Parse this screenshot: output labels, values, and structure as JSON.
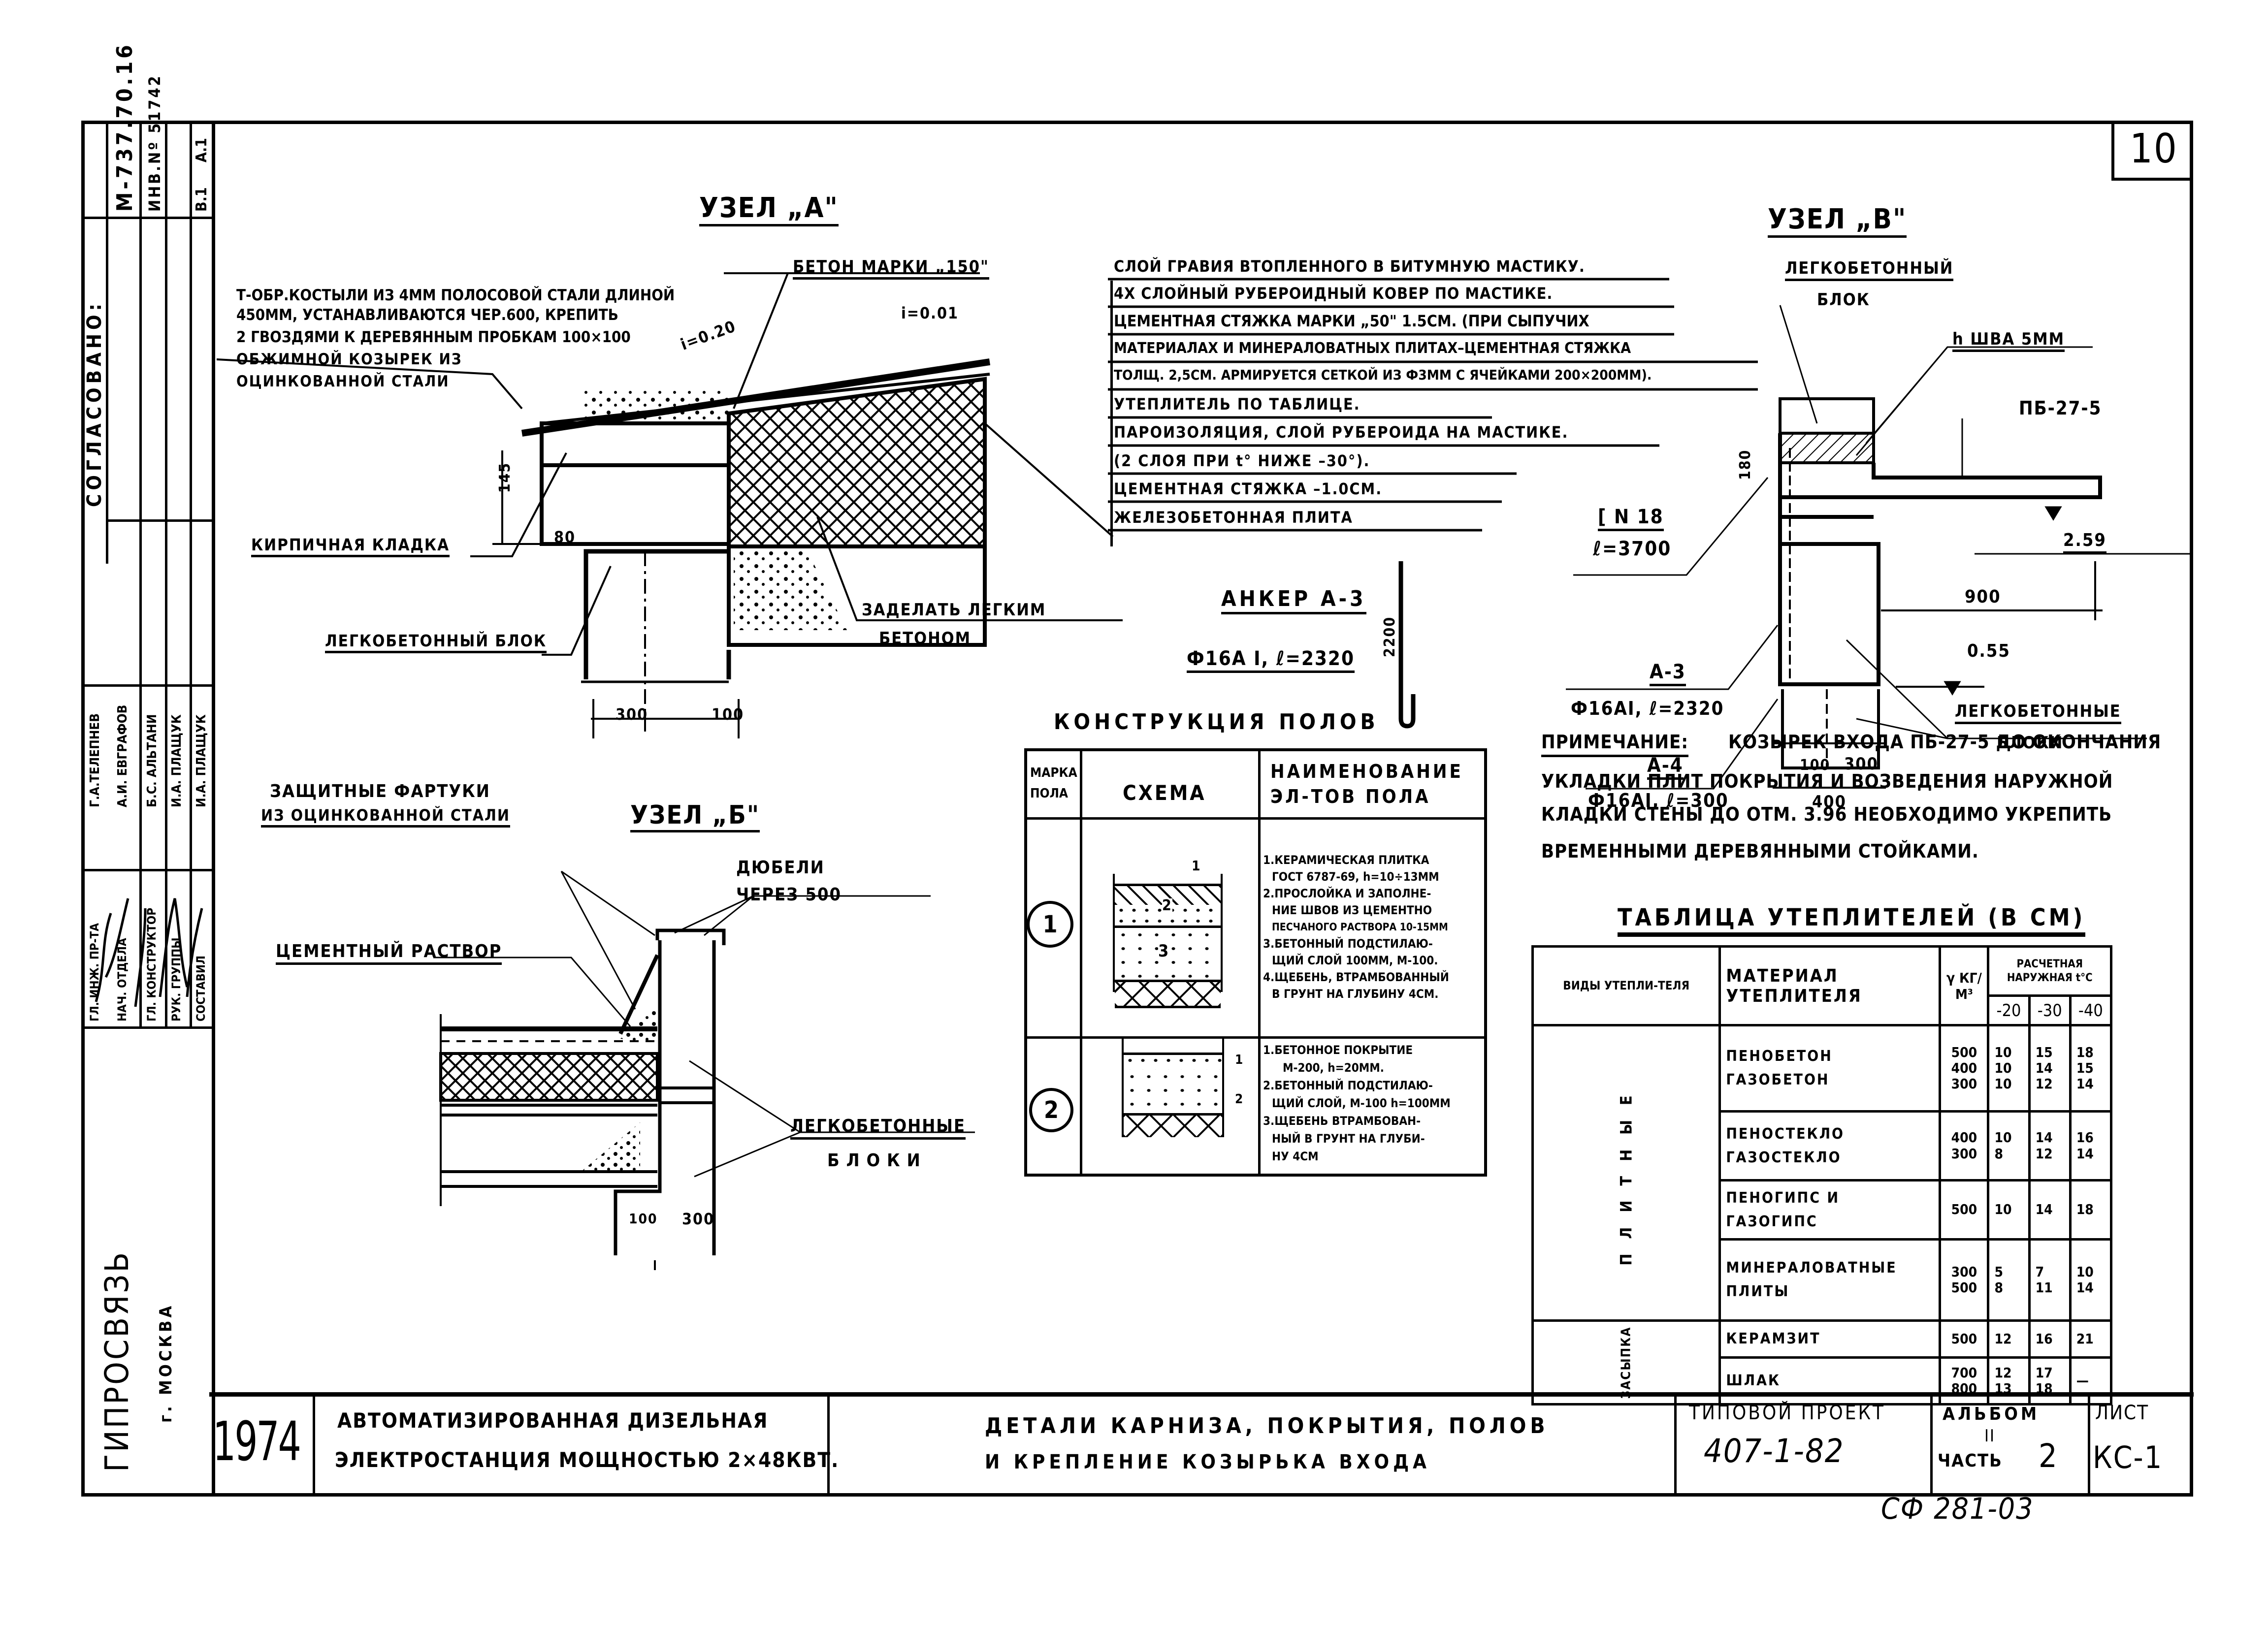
{
  "sheet_number": "10",
  "side_stamp": {
    "doc_code": "М-737.70.16",
    "inv_number": "ИНВ.Nº 51742",
    "col_a1": "А.1",
    "col_v1": "В.1",
    "agreed": "СОГЛАСОВАНО:",
    "names": [
      "Г.А.ТЕЛЕПНЕВ",
      "А.И. ЕВГРАФОВ",
      "Б.С. АЛЬТАНИ",
      "И.А. ПЛАЩУК",
      "И.А. ПЛАЩУК"
    ],
    "roles": [
      "ГЛ. ИНЖ. ПР-ТА",
      "НАЧ. ОТДЕЛА",
      "ГЛ. КОНСТРУКТОР",
      "РУК. ГРУППЫ",
      "СОСТАВИЛ"
    ],
    "org": "ГИПРОСВЯЗЬ",
    "city": "г. МОСКВА"
  },
  "node_a": {
    "title": "УЗЕЛ „А\"",
    "label_t_bracket": [
      "Т-ОБР.КОСТЫЛИ ИЗ 4ММ ПОЛОСОВОЙ СТАЛИ ДЛИНОЙ",
      "450ММ, УСТАНАВЛИВАЮТСЯ ЧЕР.600, КРЕПИТЬ",
      "2 ГВОЗДЯМИ К ДЕРЕВЯННЫМ ПРОБКАМ 100×100",
      "ОБЖИМНОЙ КОЗЫРЕК ИЗ",
      "ОЦИНКОВАННОЙ СТАЛИ"
    ],
    "label_concrete": "БЕТОН МАРКИ „150\"",
    "slope_1": "i=0.20",
    "slope_2": "i=0.01",
    "dim_145": "145",
    "label_brick": "КИРПИЧНАЯ КЛАДКА",
    "dim_80": "80",
    "label_block": "ЛЕГКОБЕТОННЫЙ БЛОК",
    "label_fill": [
      "ЗАДЕЛАТЬ ЛЕГКИМ",
      "БЕТОНОМ"
    ],
    "dim_300": "300",
    "dim_100": "100"
  },
  "roof_layers": [
    "СЛОЙ ГРАВИЯ ВТОПЛЕННОГО В БИТУМНУЮ МАСТИКУ.",
    "4Х СЛОЙНЫЙ РУБЕРОИДНЫЙ КОВЕР ПО МАСТИКЕ.",
    "ЦЕМЕНТНАЯ СТЯЖКА МАРКИ „50\" 1.5СМ. (ПРИ СЫПУЧИХ",
    "МАТЕРИАЛАХ И МИНЕРАЛОВАТНЫХ ПЛИТАХ–ЦЕМЕНТНАЯ СТЯЖКА",
    "ТОЛЩ. 2,5СМ. АРМИРУЕТСЯ СЕТКОЙ ИЗ Ф3ММ С ЯЧЕЙКАМИ 200×200ММ).",
    "УТЕПЛИТЕЛЬ ПО ТАБЛИЦЕ.",
    "ПАРОИЗОЛЯЦИЯ, СЛОЙ РУБЕРОИДА НА МАСТИКЕ.",
    "(2 СЛОЯ ПРИ t° НИЖЕ –30°).",
    "ЦЕМЕНТНАЯ СТЯЖКА –1.0СМ.",
    "ЖЕЛЕЗОБЕТОННАЯ ПЛИТА"
  ],
  "anchor": {
    "title": "АНКЕР А-3",
    "spec": "Ф16А I, ℓ=2320",
    "dim": "2200"
  },
  "node_v": {
    "title": "УЗЕЛ „В\"",
    "label_block": [
      "ЛЕГКОБЕТОННЫЙ",
      "БЛОК"
    ],
    "label_seam": "h ШВА 5ММ",
    "label_pb": "ПБ-27-5",
    "dim_180": "180",
    "channel": [
      "[ N 18",
      "ℓ=3700"
    ],
    "mark_259": "2.59",
    "dim_900": "900",
    "mark_055": "0.55",
    "a3": [
      "А-3",
      "Ф16АI, ℓ=2320"
    ],
    "a4": [
      "А-4",
      "Ф16АI, ℓ=300"
    ],
    "label_blocks": [
      "ЛЕГКОБЕТОННЫЕ",
      "БЛОКИ"
    ],
    "dim_100": "100",
    "dim_300": "300",
    "dim_400": "400"
  },
  "note": {
    "label": "ПРИМЕЧАНИЕ:",
    "lines": [
      "КОЗЫРЕК ВХОДА ПБ-27-5 ДО ОКОНЧАНИЯ",
      "УКЛАДКИ ПЛИТ ПОКРЫТИЯ И ВОЗВЕДЕНИЯ НАРУЖНОЙ",
      "КЛАДКИ СТЕНЫ ДО ОТМ. 3.96 НЕОБХОДИМО УКРЕПИТЬ",
      "ВРЕМЕННЫМИ ДЕРЕВЯННЫМИ СТОЙКАМИ."
    ]
  },
  "node_b": {
    "title": "УЗЕЛ „Б\"",
    "label_aprons": [
      "ЗАЩИТНЫЕ ФАРТУКИ",
      "ИЗ ОЦИНКОВАННОЙ СТАЛИ"
    ],
    "label_dowels": [
      "ДЮБЕЛИ",
      "ЧЕРЕЗ 500"
    ],
    "label_mortar": "ЦЕМЕНТНЫЙ РАСТВОР",
    "label_blocks": [
      "ЛЕГКОБЕТОННЫЕ",
      "БЛОКИ"
    ],
    "dim_100": "100",
    "dim_300": "300"
  },
  "floors": {
    "title": "КОНСТРУКЦИЯ ПОЛОВ",
    "headers": [
      "МАРКА ПОЛА",
      "СХЕМА",
      "НАИМЕНОВАНИЕ ЭЛ-ТОВ ПОЛА"
    ],
    "rows": [
      {
        "mark": "1",
        "layer_labels": [
          "1",
          "2",
          "3"
        ],
        "items": [
          "1.КЕРАМИЧЕСКАЯ ПЛИТКА",
          "ГОСТ 6787-69, h=10÷13ММ",
          "2.ПРОСЛОЙКА И ЗАПОЛНЕ-",
          "НИЕ ШВОВ ИЗ ЦЕМЕНТНО",
          "ПЕСЧАНОГО РАСТВОРА 10-15ММ",
          "3.БЕТОННЫЙ ПОДСТИЛАЮ-",
          "ЩИЙ СЛОЙ 100ММ, М-100.",
          "4.ЩЕБЕНЬ, ВТРАМБОВАННЫЙ",
          "В ГРУНТ НА ГЛУБИНУ 4СМ."
        ]
      },
      {
        "mark": "2",
        "layer_labels": [
          "1",
          "2"
        ],
        "items": [
          "1.БЕТОННОЕ ПОКРЫТИЕ",
          "М-200, h=20ММ.",
          "2.БЕТОННЫЙ ПОДСТИЛАЮ-",
          "ЩИЙ СЛОЙ, М-100 h=100ММ",
          "3.ЩЕБЕНЬ ВТРАМБОВАН-",
          "НЫЙ В ГРУНТ НА ГЛУБИ-",
          "НУ 4СМ"
        ]
      }
    ]
  },
  "insulation_table": {
    "title": "ТАБЛИЦА УТЕПЛИТЕЛЕЙ (В СМ)",
    "headers": {
      "type": "ВИДЫ УТЕПЛИ-ТЕЛЯ",
      "material": "МАТЕРИАЛ УТЕПЛИТЕЛЯ",
      "density": "γ КГ/М³",
      "temp_group": "РАСЧЕТНАЯ НАРУЖНАЯ t°C",
      "temps": [
        "-20",
        "-30",
        "-40"
      ]
    },
    "groups": [
      {
        "type": "ПЛИТНЫЕ",
        "rows": [
          {
            "materials": [
              "ПЕНОБЕТОН",
              "ГАЗОБЕТОН"
            ],
            "density": [
              "500",
              "400",
              "300"
            ],
            "t20": [
              "10",
              "10",
              "10"
            ],
            "t30": [
              "15",
              "14",
              "12"
            ],
            "t40": [
              "18",
              "15",
              "14"
            ]
          },
          {
            "materials": [
              "ПЕНОСТЕКЛО",
              "ГАЗОСТЕКЛО"
            ],
            "density": [
              "400",
              "300"
            ],
            "t20": [
              "10",
              "8"
            ],
            "t30": [
              "14",
              "12"
            ],
            "t40": [
              "16",
              "14"
            ]
          },
          {
            "materials": [
              "ПЕНОГИПС И ГАЗОГИПС"
            ],
            "density": [
              "500"
            ],
            "t20": [
              "10"
            ],
            "t30": [
              "14"
            ],
            "t40": [
              "18"
            ]
          },
          {
            "materials": [
              "МИНЕРАЛОВАТНЫЕ ПЛИТЫ"
            ],
            "density": [
              "300",
              "500"
            ],
            "t20": [
              "5",
              "8"
            ],
            "t30": [
              "7",
              "11"
            ],
            "t40": [
              "10",
              "14"
            ]
          }
        ]
      },
      {
        "type": "ЗАСЫПКА",
        "rows": [
          {
            "materials": [
              "КЕРАМЗИТ"
            ],
            "density": [
              "500"
            ],
            "t20": [
              "12"
            ],
            "t30": [
              "16"
            ],
            "t40": [
              "21"
            ]
          },
          {
            "materials": [
              "ШЛАК"
            ],
            "density": [
              "700",
              "800"
            ],
            "t20": [
              "12",
              "13"
            ],
            "t30": [
              "17",
              "18"
            ],
            "t40": [
              "—"
            ]
          }
        ]
      }
    ]
  },
  "title_block": {
    "year": "1974",
    "project": [
      "АВТОМАТИЗИРОВАННАЯ ДИЗЕЛЬНАЯ",
      "ЭЛЕКТРОСТАНЦИЯ МОЩНОСТЬЮ 2×48КВТ."
    ],
    "sheet_title": [
      "ДЕТАЛИ КАРНИЗА, ПОКРЫТИЯ, ПОЛОВ",
      "И КРЕПЛЕНИЕ КОЗЫРЬКА ВХОДА"
    ],
    "typ_project_label": "ТИПОВОЙ ПРОЕКТ",
    "typ_project_value": "407-1-82",
    "album_label": "АЛЬБОМ",
    "album_value": "II",
    "part_label": "ЧАСТЬ",
    "part_value": "2",
    "sheet_label": "ЛИСТ",
    "sheet_value": "КС-1"
  },
  "stamp_code": "СФ 281-03"
}
